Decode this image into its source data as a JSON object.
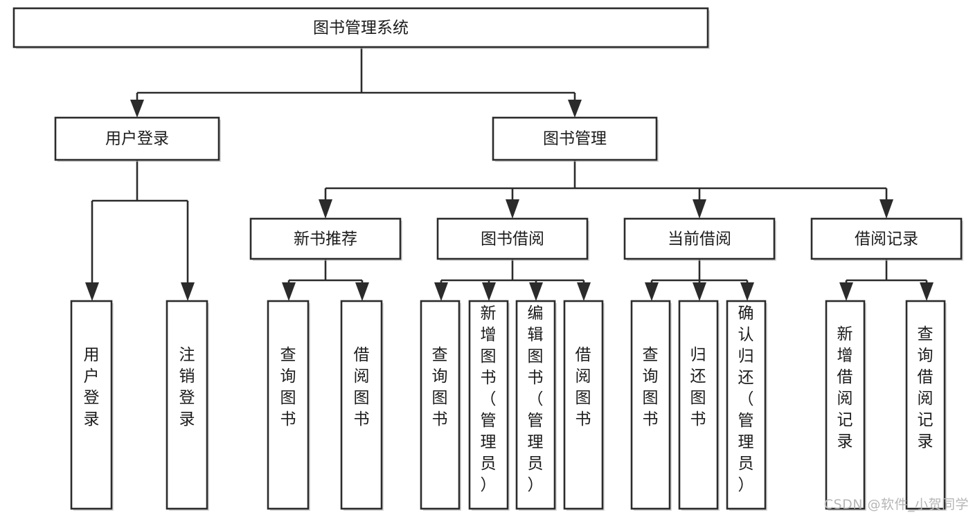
{
  "diagram": {
    "type": "tree-hierarchy",
    "title": "图书管理系统",
    "orientation": "top-down",
    "colors": {
      "box_stroke": "#2b2b2b",
      "box_fill": "#ffffff",
      "connector": "#2b2b2b",
      "text": "#1b1b1b",
      "watermark": "#b6b6b6",
      "background": "#ffffff"
    },
    "root": {
      "label": "图书管理系统",
      "orientation": "horizontal"
    },
    "level2": [
      {
        "label": "用户登录",
        "orientation": "horizontal"
      },
      {
        "label": "图书管理",
        "orientation": "horizontal"
      }
    ],
    "level3": [
      {
        "label": "新书推荐",
        "orientation": "horizontal"
      },
      {
        "label": "图书借阅",
        "orientation": "horizontal"
      },
      {
        "label": "当前借阅",
        "orientation": "horizontal"
      },
      {
        "label": "借阅记录",
        "orientation": "horizontal"
      }
    ],
    "leaves": {
      "user_login": [
        {
          "label": "用户登录",
          "orientation": "vertical"
        },
        {
          "label": "注销登录",
          "orientation": "vertical"
        }
      ],
      "new_book_recommend": [
        {
          "label": "查询图书",
          "orientation": "vertical"
        },
        {
          "label": "借阅图书",
          "orientation": "vertical"
        }
      ],
      "book_borrow": [
        {
          "label": "查询图书",
          "orientation": "vertical"
        },
        {
          "label": "新增图书（管理员）",
          "orientation": "vertical"
        },
        {
          "label": "编辑图书（管理员）",
          "orientation": "vertical"
        },
        {
          "label": "借阅图书",
          "orientation": "vertical"
        }
      ],
      "current_borrow": [
        {
          "label": "查询图书",
          "orientation": "vertical"
        },
        {
          "label": "归还图书",
          "orientation": "vertical"
        },
        {
          "label": "确认归还（管理员）",
          "orientation": "vertical"
        }
      ],
      "borrow_records": [
        {
          "label": "新增借阅记录",
          "orientation": "vertical"
        },
        {
          "label": "查询借阅记录",
          "orientation": "vertical"
        }
      ]
    }
  },
  "watermark": {
    "text": "CSDN @软件_小贺同学"
  }
}
